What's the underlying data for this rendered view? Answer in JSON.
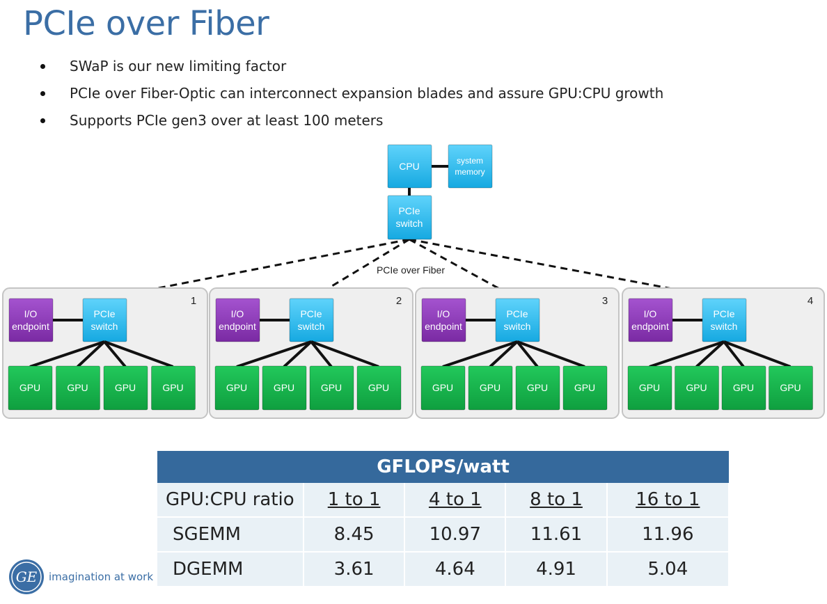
{
  "title": "PCIe over Fiber",
  "bullets": [
    "SWaP is our new limiting factor",
    "PCIe over Fiber-Optic can interconnect expansion blades and assure GPU:CPU growth",
    "Supports PCIe gen3 over at least 100 meters"
  ],
  "diagram": {
    "cpu_label": "CPU",
    "memory_label": [
      "system",
      "memory"
    ],
    "top_switch_label": [
      "PCIe",
      "switch"
    ],
    "link_label": "PCIe over Fiber",
    "blades": [
      {
        "number": "1",
        "io_label": [
          "I/O",
          "endpoint"
        ],
        "switch_label": [
          "PCIe",
          "switch"
        ],
        "gpus": [
          "GPU",
          "GPU",
          "GPU",
          "GPU"
        ]
      },
      {
        "number": "2",
        "io_label": [
          "I/O",
          "endpoint"
        ],
        "switch_label": [
          "PCIe",
          "switch"
        ],
        "gpus": [
          "GPU",
          "GPU",
          "GPU",
          "GPU"
        ]
      },
      {
        "number": "3",
        "io_label": [
          "I/O",
          "endpoint"
        ],
        "switch_label": [
          "PCIe",
          "switch"
        ],
        "gpus": [
          "GPU",
          "GPU",
          "GPU",
          "GPU"
        ]
      },
      {
        "number": "4",
        "io_label": [
          "I/O",
          "endpoint"
        ],
        "switch_label": [
          "PCIe",
          "switch"
        ],
        "gpus": [
          "GPU",
          "GPU",
          "GPU",
          "GPU"
        ]
      }
    ],
    "colors": {
      "cpu": "#1cb8ee",
      "io": "#8a37b3",
      "gpu": "#12b24a",
      "blade_bg": "#efefef"
    }
  },
  "table": {
    "title": "GFLOPS/watt",
    "header": [
      "GPU:CPU ratio",
      "1 to 1",
      "4 to 1",
      "8 to 1",
      "16 to 1"
    ],
    "rows": [
      [
        "SGEMM",
        "8.45",
        "10.97",
        "11.61",
        "11.96"
      ],
      [
        "DGEMM",
        "3.61",
        "4.64",
        "4.91",
        "5.04"
      ]
    ]
  },
  "footer": {
    "logo_text": "GE",
    "tagline": "imagination at work"
  }
}
